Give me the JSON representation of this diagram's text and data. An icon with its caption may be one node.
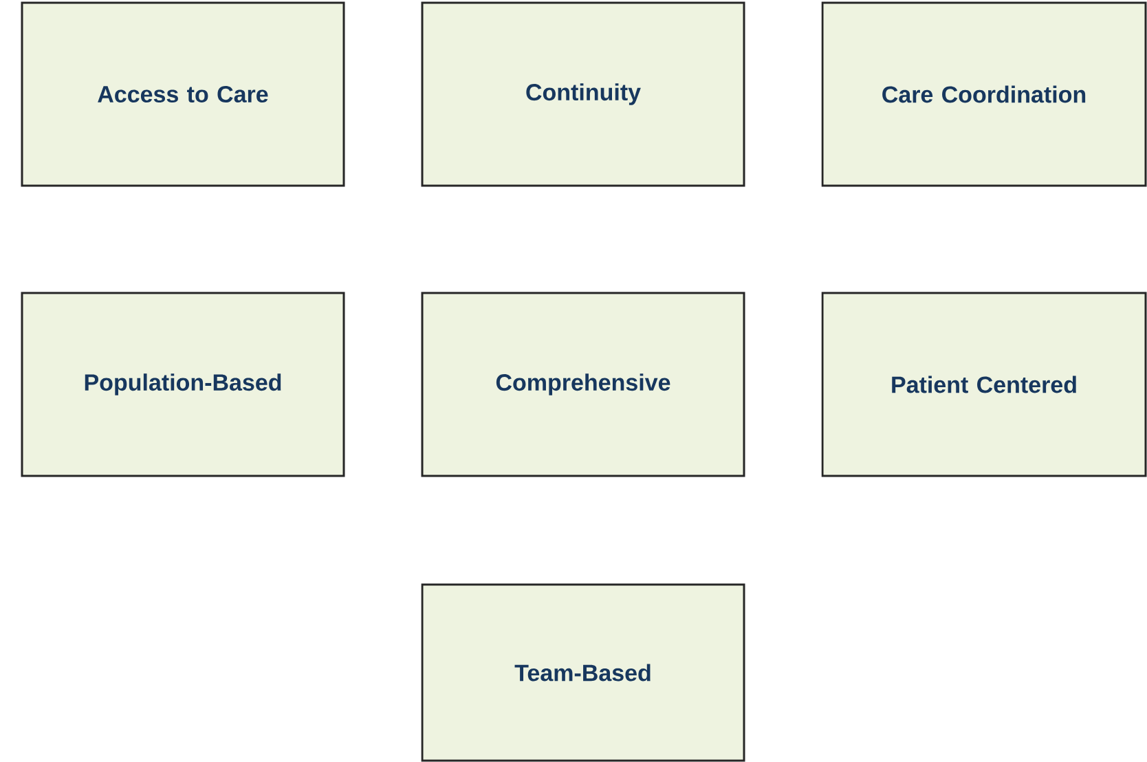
{
  "diagram": {
    "nodes": [
      {
        "text": [
          "Access to Care"
        ]
      },
      {
        "text": [
          "Continuity"
        ]
      },
      {
        "text": [
          "Care Coordination"
        ]
      },
      {
        "text": [
          "Population-Based"
        ]
      },
      {
        "text": [
          "Comprehensive"
        ]
      },
      {
        "text": [
          "Patient Centered"
        ]
      },
      {
        "text": [
          "Team-Based"
        ]
      }
    ]
  }
}
